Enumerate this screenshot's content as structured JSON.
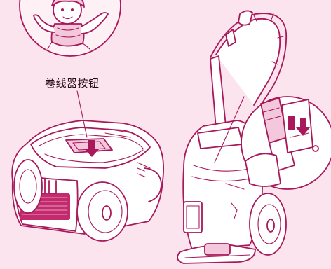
{
  "callout": {
    "label": "卷线器按钮"
  },
  "colors": {
    "background": "#fbe4ee",
    "line": "#a8185a",
    "accent_fill": "#f4c8dc",
    "arrow": "#a8185a"
  },
  "illustrations": {
    "mascot": "cartoon-mascot-in-circle",
    "left": "canister-vacuum-with-cord-rewind-button",
    "right": "canister-vacuum-upright-parked-with-hose-and-wand",
    "detail": "zoom-inset-wand-parking-slot"
  }
}
